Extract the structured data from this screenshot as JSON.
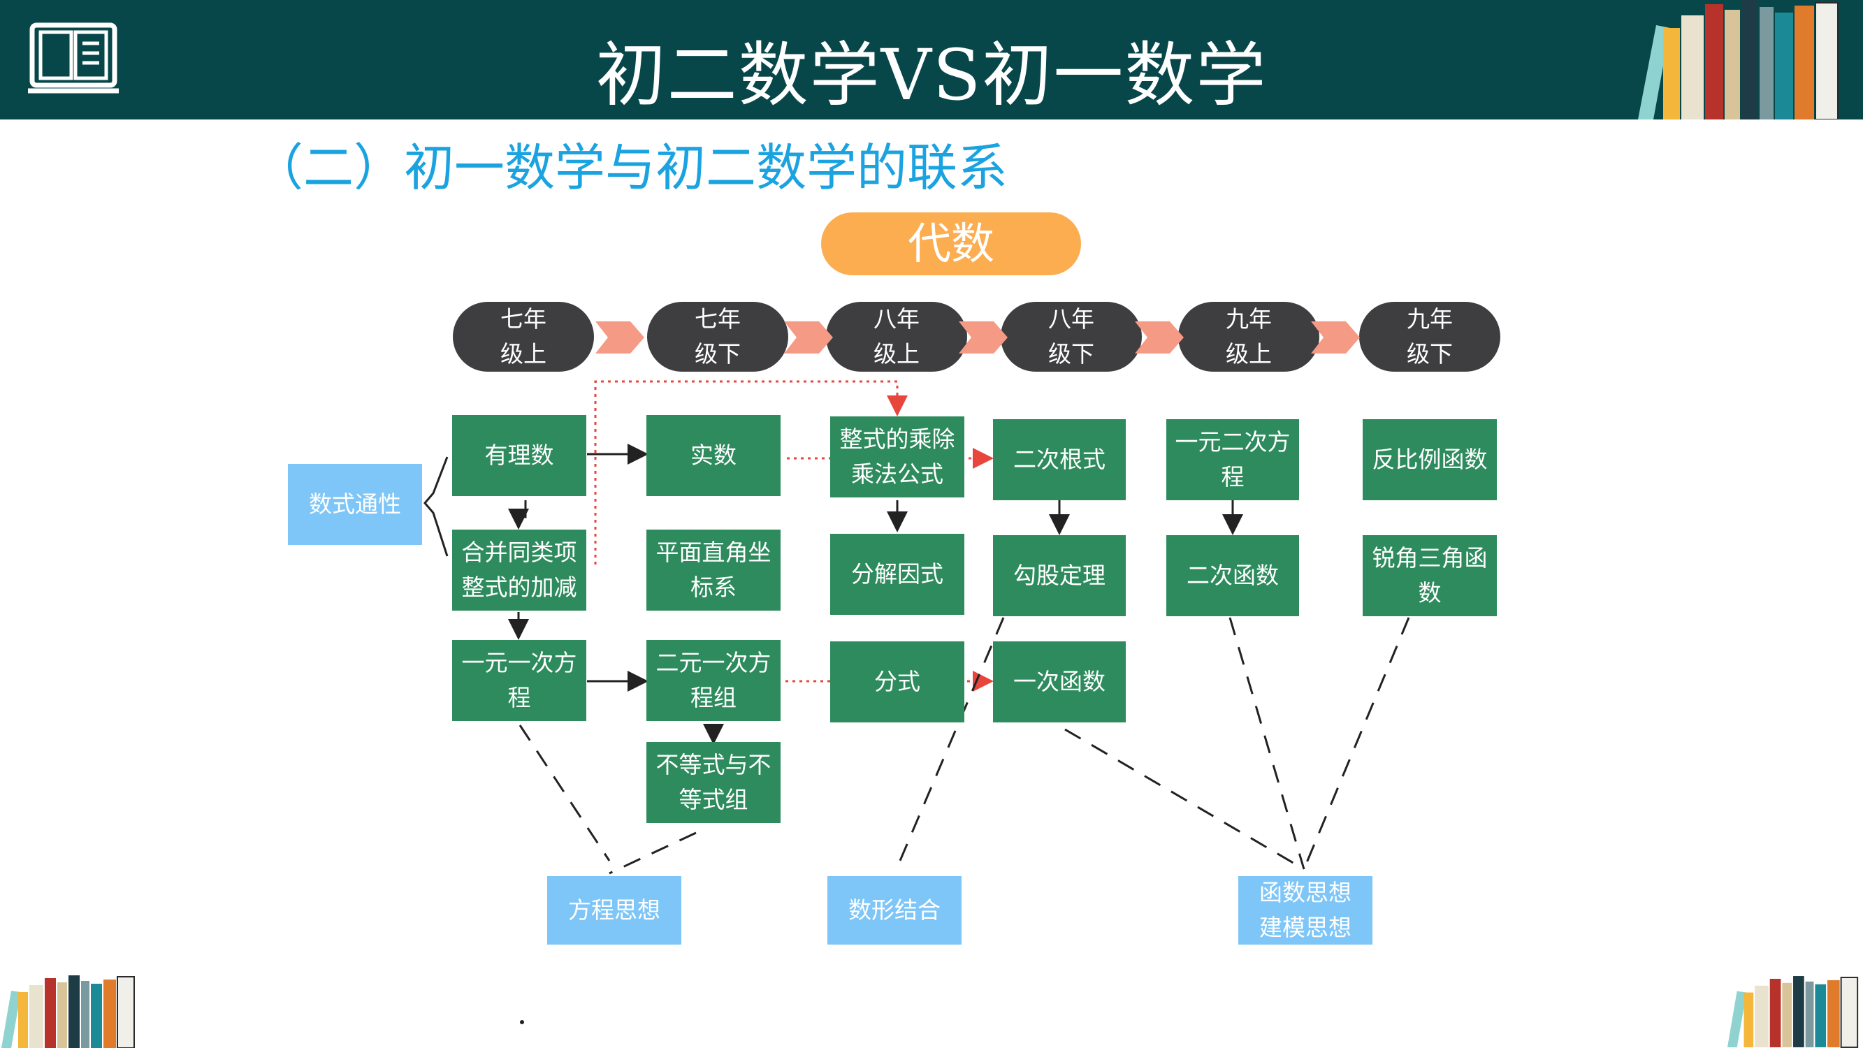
{
  "header": {
    "title": "初二数学VS初一数学"
  },
  "subtitle": "（二）初一数学与初二数学的联系",
  "section_pill": "代数",
  "grades": [
    {
      "line1": "七年",
      "line2": "级上"
    },
    {
      "line1": "七年",
      "line2": "级下"
    },
    {
      "line1": "八年",
      "line2": "级上"
    },
    {
      "line1": "八年",
      "line2": "级下"
    },
    {
      "line1": "九年",
      "line2": "级上"
    },
    {
      "line1": "九年",
      "line2": "级下"
    }
  ],
  "boxes": {
    "root": {
      "lines": [
        "数式通性"
      ]
    },
    "g1": [
      {
        "lines": [
          "有理数"
        ]
      },
      {
        "lines": [
          "合并同类项",
          "整式的加减"
        ]
      },
      {
        "lines": [
          "一元一次方",
          "程"
        ]
      }
    ],
    "g2": [
      {
        "lines": [
          "实数"
        ]
      },
      {
        "lines": [
          "平面直角坐",
          "标系"
        ]
      },
      {
        "lines": [
          "二元一次方",
          "程组"
        ]
      },
      {
        "lines": [
          "不等式与不",
          "等式组"
        ]
      }
    ],
    "g3": [
      {
        "lines": [
          "整式的乘除",
          "乘法公式"
        ]
      },
      {
        "lines": [
          "分解因式"
        ]
      },
      {
        "lines": [
          "分式"
        ]
      }
    ],
    "g4": [
      {
        "lines": [
          "二次根式"
        ]
      },
      {
        "lines": [
          "勾股定理"
        ]
      },
      {
        "lines": [
          "一次函数"
        ]
      }
    ],
    "g5": [
      {
        "lines": [
          "一元二次方",
          "程"
        ]
      },
      {
        "lines": [
          "二次函数"
        ]
      }
    ],
    "g6": [
      {
        "lines": [
          "反比例函数"
        ]
      },
      {
        "lines": [
          "锐角三角函",
          "数"
        ]
      }
    ],
    "thoughts": [
      {
        "lines": [
          "方程思想"
        ]
      },
      {
        "lines": [
          "数形结合"
        ]
      },
      {
        "lines": [
          "函数思想",
          "建模思想"
        ]
      }
    ]
  },
  "colors": {
    "header_bg": "#07474a",
    "subtitle": "#1aa3e0",
    "pill": "#fbad4f",
    "grade_pill": "#3e3e40",
    "chevron": "#f59a84",
    "topic_box": "#2d8b5d",
    "thought_box": "#7ec6f7",
    "dotted_arrow": "#e8453c"
  },
  "icons": [
    "open-book-icon",
    "bookshelf-decoration"
  ]
}
